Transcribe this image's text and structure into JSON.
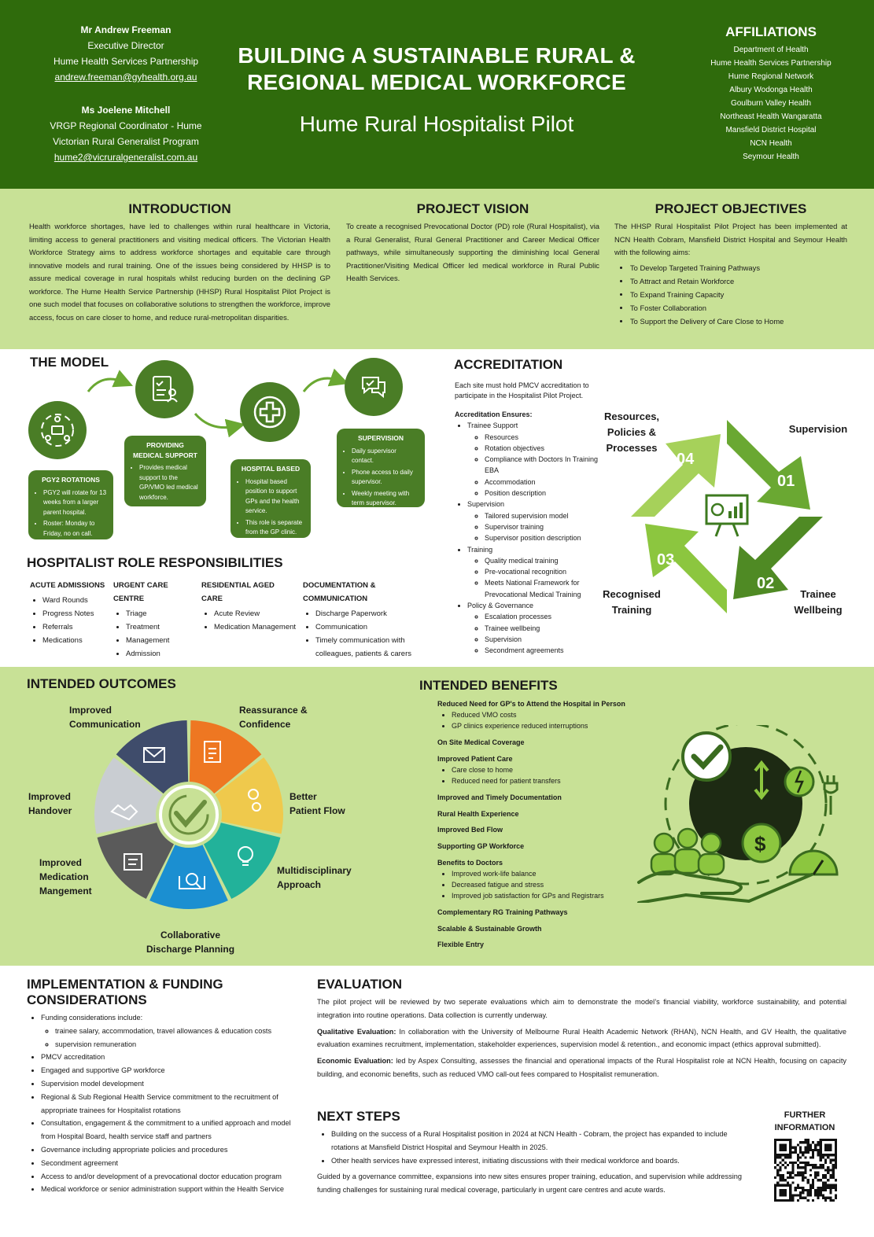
{
  "header": {
    "contacts": [
      {
        "name": "Mr Andrew Freeman",
        "role1": "Executive Director",
        "role2": "Hume Health Services Partnership",
        "email": "andrew.freeman@gyhealth.org.au"
      },
      {
        "name": "Ms Joelene Mitchell",
        "role1": "VRGP Regional Coordinator - Hume",
        "role2": "Victorian Rural Generalist Program",
        "email": "hume2@vicruralgeneralist.com.au"
      }
    ],
    "title_line1": "BUILDING A SUSTAINABLE RURAL &",
    "title_line2": "REGIONAL MEDICAL WORKFORCE",
    "subtitle": "Hume Rural Hospitalist Pilot",
    "affiliations_title": "AFFILIATIONS",
    "affiliations": [
      "Department of Health",
      "Hume Health Services Partnership",
      "Hume Regional Network",
      "Albury Wodonga Health",
      "Goulburn Valley Health",
      "Northeast Health Wangaratta",
      "Mansfield District Hospital",
      "NCN Health",
      "Seymour Health"
    ]
  },
  "introduction": {
    "title": "INTRODUCTION",
    "text": "Health workforce shortages, have led to challenges within rural healthcare in Victoria, limiting access to general practitioners and visiting medical officers. The Victorian Health Workforce Strategy aims to address workforce shortages and equitable care through innovative models and rural training. One of the issues being considered by HHSP is to assure medical coverage in rural hospitals whilst reducing burden on the declining GP workforce. The Hume Health Service Partnership (HHSP) Rural Hospitalist Pilot Project is one such model that focuses on collaborative solutions to strengthen the workforce, improve access, focus on care closer to home, and reduce rural-metropolitan disparities."
  },
  "vision": {
    "title": "PROJECT VISION",
    "text": "To create a recognised Prevocational Doctor (PD) role (Rural Hospitalist), via a Rural Generalist, Rural General Practitioner and Career Medical Officer pathways, while simultaneously supporting the diminishing local General Practitioner/Visiting Medical Officer led medical workforce in Rural Public Health Services."
  },
  "objectives": {
    "title": "PROJECT OBJECTIVES",
    "text": "The HHSP Rural Hospitalist Pilot Project has been implemented at NCN Health Cobram, Mansfield District Hospital and Seymour Health with the following aims:",
    "items": [
      "To Develop Targeted Training Pathways",
      "To Attract and Retain Workforce",
      "To Expand Training Capacity",
      "To Foster Collaboration",
      "To Support the Delivery of Care Close to Home"
    ]
  },
  "model": {
    "title": "THE MODEL",
    "steps": [
      {
        "title": "PGY2 ROTATIONS",
        "items": [
          "PGY2 will rotate for 13 weeks from a larger parent hospital.",
          "Roster: Monday to Friday, no on call."
        ],
        "icon": "team-icon"
      },
      {
        "title": "PROVIDING MEDICAL SUPPORT",
        "items": [
          "Provides medical support to the GP/VMO led medical workforce."
        ],
        "icon": "checklist-icon"
      },
      {
        "title": "HOSPITAL BASED",
        "items": [
          "Hospital based position to support GPs and the health service.",
          "This role is separate from the GP clinic."
        ],
        "icon": "medical-cross-icon"
      },
      {
        "title": "SUPERVISION",
        "items": [
          "Daily supervisor contact.",
          "Phone access to daily supervisor.",
          "Weekly meeting with term supervisor."
        ],
        "icon": "chat-icon"
      }
    ]
  },
  "roles": {
    "title": "HOSPITALIST ROLE RESPONSIBILITIES",
    "columns": [
      {
        "title": "ACUTE ADMISSIONS",
        "items": [
          "Ward Rounds",
          "Progress Notes",
          "Referrals",
          "Medications"
        ]
      },
      {
        "title": "URGENT CARE CENTRE",
        "items": [
          "Triage",
          "Treatment",
          "Management",
          "Admission"
        ]
      },
      {
        "title": "RESIDENTIAL AGED CARE",
        "items": [
          "Acute Review",
          "Medication Management"
        ]
      },
      {
        "title": "DOCUMENTATION & COMMUNICATION",
        "items": [
          "Discharge Paperwork",
          "Communication",
          "Timely communication with colleagues, patients & carers"
        ]
      }
    ]
  },
  "accreditation": {
    "title": "ACCREDITATION",
    "intro": "Each site must hold PMCV accreditation to participate in the Hospitalist Pilot Project.",
    "lead": "Accreditation Ensures:",
    "groups": [
      {
        "label": "Trainee Support",
        "items": [
          "Resources",
          "Rotation objectives",
          "Compliance with Doctors In Training EBA",
          "Accommodation",
          "Position description"
        ]
      },
      {
        "label": "Supervision",
        "items": [
          "Tailored supervision model",
          "Supervisor training",
          "Supervisor position description"
        ]
      },
      {
        "label": "Training",
        "items": [
          "Quality medical training",
          "Pre-vocational recognition",
          "Meets National Framework for Prevocational Medical Training"
        ]
      },
      {
        "label": "Policy & Governance",
        "items": [
          "Escalation processes",
          "Trainee wellbeing",
          "Supervision",
          "Secondment agreements"
        ]
      }
    ],
    "cycle": {
      "n1": "01",
      "n2": "02",
      "n3": "03",
      "n4": "04",
      "l1": "Supervision",
      "l2a": "Trainee",
      "l2b": "Wellbeing",
      "l3a": "Recognised",
      "l3b": "Training",
      "l4a": "Resources,",
      "l4b": "Policies &",
      "l4c": "Processes",
      "center_icon": "presentation-chart-icon"
    }
  },
  "outcomes": {
    "title": "INTENDED OUTCOMES",
    "labels": {
      "communication": [
        "Improved",
        "Communication"
      ],
      "reassurance": [
        "Reassurance &",
        "Confidence"
      ],
      "flow": [
        "Better",
        "Patient Flow"
      ],
      "multi": [
        "Multidisciplinary",
        "Approach"
      ],
      "discharge": [
        "Collaborative",
        "Discharge Planning"
      ],
      "medication": [
        "Improved",
        "Medication",
        "Mangement"
      ],
      "handover": [
        "Improved",
        "Handover"
      ]
    },
    "colors": {
      "navy": "#3f4c6b",
      "orange": "#ee7722",
      "yellow": "#efc94c",
      "teal": "#22b29a",
      "blue": "#1b8fd1",
      "grey": "#5a5a5a",
      "light": "#c9cdd2",
      "centre": "#6b8f3e"
    }
  },
  "benefits": {
    "title": "INTENDED BENEFITS",
    "items": [
      {
        "title": "Reduced Need for GP's to Attend the Hospital in Person",
        "subs": [
          "Reduced VMO costs",
          "GP clinics experience reduced interruptions"
        ]
      },
      {
        "title": "On Site Medical Coverage",
        "subs": []
      },
      {
        "title": "Improved Patient Care",
        "subs": [
          "Care close to home",
          "Reduced need for patient transfers"
        ]
      },
      {
        "title": "Improved and Timely Documentation",
        "subs": []
      },
      {
        "title": "Rural Health Experience",
        "subs": []
      },
      {
        "title": "Improved Bed Flow",
        "subs": []
      },
      {
        "title": "Supporting GP Workforce",
        "subs": []
      },
      {
        "title": "Benefits to Doctors",
        "subs": [
          "Improved work-life balance",
          "Decreased fatigue and stress",
          "Improved job satisfaction for GPs and Registrars"
        ]
      },
      {
        "title": "Complementary RG Training Pathways",
        "subs": []
      },
      {
        "title": "Scalable & Sustainable Growth",
        "subs": []
      },
      {
        "title": "Flexible Entry",
        "subs": []
      }
    ]
  },
  "implementation": {
    "title": "IMPLEMENTATION & FUNDING CONSIDERATIONS",
    "items": [
      {
        "text": "Funding considerations include:",
        "subs": [
          "trainee salary, accommodation, travel allowances & education costs",
          "supervision remuneration"
        ]
      },
      {
        "text": "PMCV accreditation",
        "subs": []
      },
      {
        "text": "Engaged and supportive GP workforce",
        "subs": []
      },
      {
        "text": "Supervision model development",
        "subs": []
      },
      {
        "text": "Regional & Sub Regional Health Service commitment to the recruitment of appropriate trainees for Hospitalist rotations",
        "subs": []
      },
      {
        "text": "Consultation, engagement & the commitment to a unified approach and model from Hospital Board, health service staff and partners",
        "subs": []
      },
      {
        "text": "Governance including appropriate policies and procedures",
        "subs": []
      },
      {
        "text": "Secondment agreement",
        "subs": []
      },
      {
        "text": "Access to and/or development of a prevocational doctor education program",
        "subs": []
      },
      {
        "text": "Medical workforce or senior administration support within the Health Service",
        "subs": []
      }
    ]
  },
  "evaluation": {
    "title": "EVALUATION",
    "intro": "The pilot project will be reviewed by two seperate evaluations which aim to demonstrate the model’s financial viability, workforce sustainability, and potential integration into routine operations. Data collection is currently underway.",
    "qual_label": "Qualitative Evaluation:",
    "qual_text": " In collaboration with the University of Melbourne Rural Health Academic Network (RHAN), NCN Health, and GV Health, the qualitative evaluation examines recruitment, implementation, stakeholder experiences, supervision model & retention., and economic impact (ethics approval submitted).",
    "econ_label": "Economic Evaluation:",
    "econ_text": " led by Aspex Consulting, assesses the financial and operational impacts of the Rural Hospitalist role at NCN Health, focusing on capacity building, and economic benefits, such as reduced VMO call-out fees compared to Hospitalist remuneration."
  },
  "next_steps": {
    "title": "NEXT STEPS",
    "items": [
      "Building on the success of a Rural Hospitalist position in 2024 at NCN Health - Cobram, the project has expanded to include rotations at Mansfield District Hospital and Seymour Health in 2025.",
      "Other health services have expressed interest, initiating discussions with their medical workforce and boards."
    ],
    "text": "Guided by a governance committee, expansions into new sites ensures proper training, education, and supervision while addressing funding challenges for sustaining rural medical coverage, particularly in urgent care centres and acute wards."
  },
  "further": {
    "line1": "FURTHER",
    "line2": "INFORMATION",
    "icon": "qr-code-icon"
  },
  "colors": {
    "header_green": "#2f6b0c",
    "band_green": "#c8e196",
    "model_green": "#4a7d26",
    "arrow_green": "#6aa832"
  }
}
